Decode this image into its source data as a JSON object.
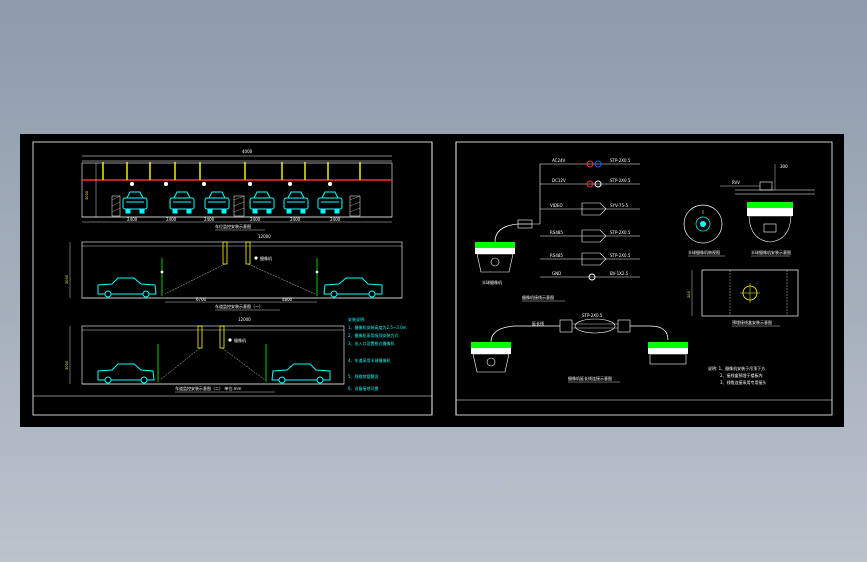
{
  "colors": {
    "background_top": "#8e9bab",
    "background_bottom": "#bcc3cd",
    "canvas": "#000000",
    "frame": "#ffffff",
    "car": "#00ffff",
    "ceiling_line": "#ff2a2a",
    "pillar": "#ffff00",
    "camera_band": "#00ff00"
  },
  "left_sheet": {
    "section_1": {
      "dim_top": "4000",
      "caption": "车位监控安装示意图",
      "dim_labels": [
        "2400",
        "2400",
        "2400",
        "2400",
        "2400",
        "2400"
      ]
    },
    "section_2": {
      "dim_top": "12000",
      "caption": "车道监控安装示意图（一）",
      "cam_label": "摄像机",
      "dim_left": "6700",
      "dim_right": "4800"
    },
    "section_3": {
      "dim_top": "12000",
      "caption": "车道监控安装示意图（二） 单位:mm",
      "cam_label": "摄像机"
    },
    "notes_title": "安装说明:",
    "notes": [
      "1、摄像机安装高度为2.5~3.0m",
      "2、摄像机采用吸顶安装方式",
      "3、出入口设置枪式摄像机",
      "4、车道采用半球摄像机",
      "5、线缆穿管敷设",
      "6、设备接地可靠"
    ]
  },
  "right_sheet": {
    "wiring_caption": "摄像机接线示意图",
    "wires": [
      "AC24V",
      "DC12V",
      "VIDEO",
      "RS485",
      "RS485",
      "GND"
    ],
    "wire_notes": [
      "STP-2X0.5",
      "STP-2X0.5",
      "SYV-75-5",
      "STP-2X0.5",
      "STP-2X0.5",
      "BV-1X2.5"
    ],
    "camera_label": "半球摄像机",
    "dome_top_caption": "半球摄像机俯视图",
    "dome_side_caption": "半球摄像机安装示意图",
    "mount_caption": "预埋接线盒安装示意图",
    "extension_caption": "摄像机延长线连接示意图",
    "extension_label": "延长线",
    "extension_note": "STP-2X0.5",
    "dim_200": "200",
    "notes": [
      "说明: 1、摄像机安装于吊顶下方",
      "2、接线盒预埋于楼板内",
      "3、线缆连接采用专用接头"
    ]
  }
}
